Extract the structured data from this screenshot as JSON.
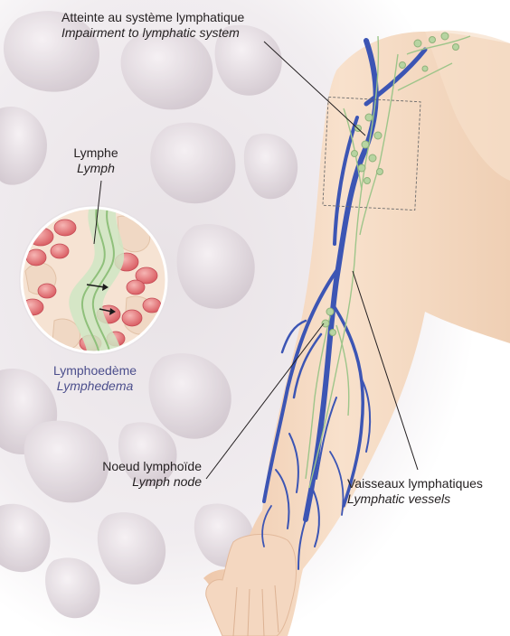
{
  "labels": {
    "impairment": {
      "fr": "Atteinte au système lymphatique",
      "en": "Impairment to lymphatic system"
    },
    "lymph": {
      "fr": "Lymphe",
      "en": "Lymph"
    },
    "lymphedema": {
      "fr": "Lymphoedème",
      "en": "Lymphedema"
    },
    "lymph_node": {
      "fr": "Noeud lymphoïde",
      "en": "Lymph node"
    },
    "lymphatic_vessels": {
      "fr": "Vaisseaux lymphatiques",
      "en": "Lymphatic vessels"
    }
  },
  "colors": {
    "skin": "#f5dcc6",
    "skin_shadow": "#e9c4a6",
    "vein": "#3c55b4",
    "lymph_vessel": "#9ec58a",
    "lymph_node": "#b7d4a1",
    "cell_bg": "#ece6ea",
    "cell": "#d7cdd4",
    "inset_cell": "#e07a7e",
    "edema_label": "#4b4e8c"
  }
}
